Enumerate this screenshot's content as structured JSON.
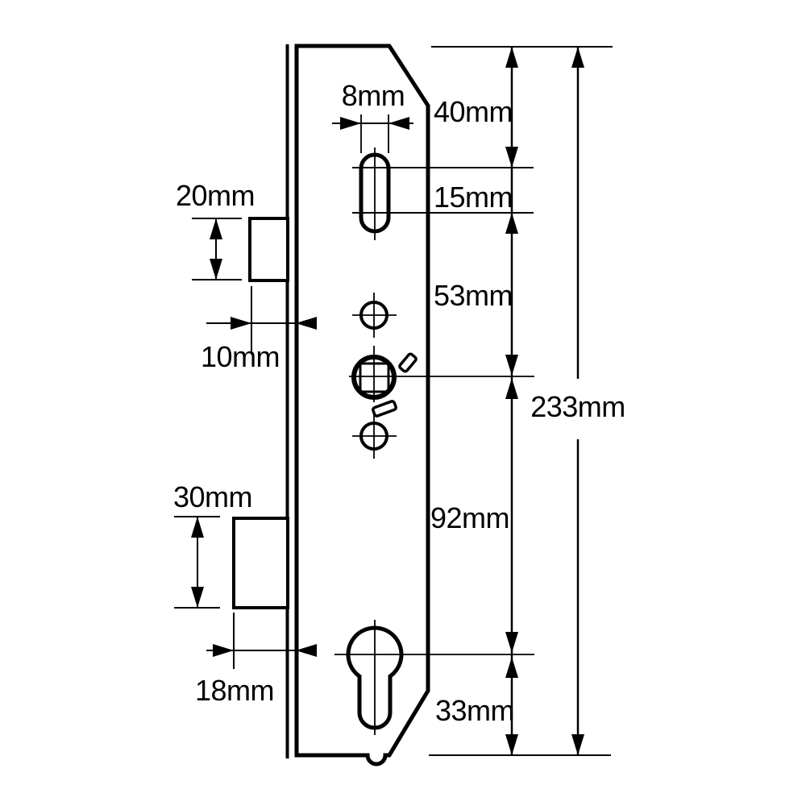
{
  "diagram": {
    "labels": {
      "slot_width": "8mm",
      "top_to_slot": "40mm",
      "slot_length": "15mm",
      "slot_to_spindle": "53mm",
      "spindle_to_cylinder": "92mm",
      "cylinder_to_bottom": "33mm",
      "overall_height": "233mm",
      "latch_height": "20mm",
      "latch_projection": "10mm",
      "deadbolt_height": "30mm",
      "deadbolt_projection": "18mm"
    },
    "colors": {
      "line": "#000000",
      "background": "#ffffff"
    }
  }
}
